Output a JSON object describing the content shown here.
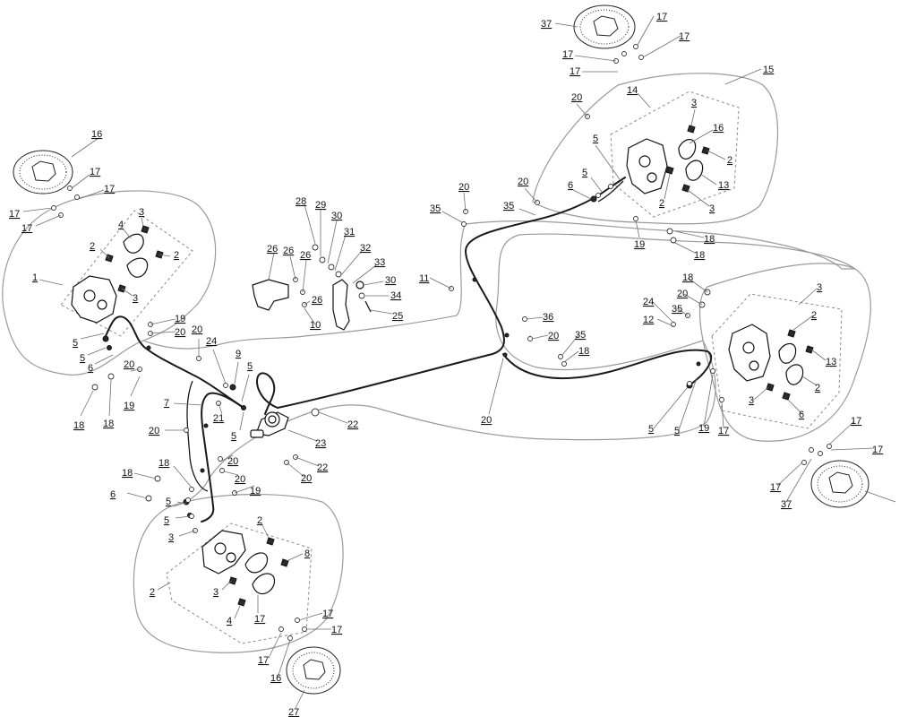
{
  "colors": {
    "background": "#ffffff",
    "outline": "#9a9a9a",
    "pipe": "#1a1a1a",
    "label": "#111111"
  },
  "callouts": [
    {
      "id": "c1",
      "text": "37"
    },
    {
      "id": "c2",
      "text": "17"
    },
    {
      "id": "c3",
      "text": "17"
    },
    {
      "id": "c4",
      "text": "17"
    },
    {
      "id": "c5",
      "text": "17"
    },
    {
      "id": "c6",
      "text": "15"
    },
    {
      "id": "c7",
      "text": "14"
    },
    {
      "id": "c8",
      "text": "20"
    },
    {
      "id": "c9",
      "text": "3"
    },
    {
      "id": "c10",
      "text": "16"
    },
    {
      "id": "c11",
      "text": "2"
    },
    {
      "id": "c12",
      "text": "13"
    },
    {
      "id": "c13",
      "text": "3"
    },
    {
      "id": "c14",
      "text": "2"
    },
    {
      "id": "c15",
      "text": "5"
    },
    {
      "id": "c16",
      "text": "5"
    },
    {
      "id": "c17",
      "text": "6"
    },
    {
      "id": "c18",
      "text": "20"
    },
    {
      "id": "c19",
      "text": "20"
    },
    {
      "id": "c20",
      "text": "35"
    },
    {
      "id": "c21",
      "text": "35"
    },
    {
      "id": "c22",
      "text": "19"
    },
    {
      "id": "c23",
      "text": "18"
    },
    {
      "id": "c24",
      "text": "18"
    },
    {
      "id": "c25",
      "text": "16"
    },
    {
      "id": "c26",
      "text": "17"
    },
    {
      "id": "c27",
      "text": "17"
    },
    {
      "id": "c28",
      "text": "17"
    },
    {
      "id": "c29",
      "text": "17"
    },
    {
      "id": "c30",
      "text": "3"
    },
    {
      "id": "c31",
      "text": "4"
    },
    {
      "id": "c32",
      "text": "2"
    },
    {
      "id": "c33",
      "text": "2"
    },
    {
      "id": "c34",
      "text": "1"
    },
    {
      "id": "c35",
      "text": "3"
    },
    {
      "id": "c36",
      "text": "5"
    },
    {
      "id": "c37",
      "text": "5"
    },
    {
      "id": "c38",
      "text": "6"
    },
    {
      "id": "c39",
      "text": "19"
    },
    {
      "id": "c40",
      "text": "20"
    },
    {
      "id": "c41",
      "text": "20"
    },
    {
      "id": "c42",
      "text": "24"
    },
    {
      "id": "c43",
      "text": "9"
    },
    {
      "id": "c44",
      "text": "5"
    },
    {
      "id": "c45",
      "text": "20"
    },
    {
      "id": "c46",
      "text": "19"
    },
    {
      "id": "c47",
      "text": "18"
    },
    {
      "id": "c48",
      "text": "18"
    },
    {
      "id": "c49",
      "text": "7"
    },
    {
      "id": "c50",
      "text": "21"
    },
    {
      "id": "c51",
      "text": "5"
    },
    {
      "id": "c52",
      "text": "20"
    },
    {
      "id": "c53",
      "text": "20"
    },
    {
      "id": "c54",
      "text": "20"
    },
    {
      "id": "c55",
      "text": "19"
    },
    {
      "id": "c56",
      "text": "18"
    },
    {
      "id": "c57",
      "text": "18"
    },
    {
      "id": "c58",
      "text": "6"
    },
    {
      "id": "c59",
      "text": "5"
    },
    {
      "id": "c60",
      "text": "5"
    },
    {
      "id": "c61",
      "text": "3"
    },
    {
      "id": "c62",
      "text": "2"
    },
    {
      "id": "c63",
      "text": "8"
    },
    {
      "id": "c64",
      "text": "2"
    },
    {
      "id": "c65",
      "text": "3"
    },
    {
      "id": "c66",
      "text": "4"
    },
    {
      "id": "c67",
      "text": "17"
    },
    {
      "id": "c68",
      "text": "17"
    },
    {
      "id": "c69",
      "text": "17"
    },
    {
      "id": "c70",
      "text": "17"
    },
    {
      "id": "c71",
      "text": "16"
    },
    {
      "id": "c72",
      "text": "27"
    },
    {
      "id": "c73",
      "text": "28"
    },
    {
      "id": "c74",
      "text": "29"
    },
    {
      "id": "c75",
      "text": "30"
    },
    {
      "id": "c76",
      "text": "31"
    },
    {
      "id": "c77",
      "text": "32"
    },
    {
      "id": "c78",
      "text": "33"
    },
    {
      "id": "c79",
      "text": "30"
    },
    {
      "id": "c80",
      "text": "34"
    },
    {
      "id": "c81",
      "text": "25"
    },
    {
      "id": "c82",
      "text": "26"
    },
    {
      "id": "c83",
      "text": "26"
    },
    {
      "id": "c84",
      "text": "26"
    },
    {
      "id": "c85",
      "text": "26"
    },
    {
      "id": "c86",
      "text": "10"
    },
    {
      "id": "c87",
      "text": "23"
    },
    {
      "id": "c88",
      "text": "22"
    },
    {
      "id": "c89",
      "text": "22"
    },
    {
      "id": "c90",
      "text": "20"
    },
    {
      "id": "c91",
      "text": "11"
    },
    {
      "id": "c92",
      "text": "20"
    },
    {
      "id": "c93",
      "text": "36"
    },
    {
      "id": "c94",
      "text": "20"
    },
    {
      "id": "c95",
      "text": "35"
    },
    {
      "id": "c96",
      "text": "18"
    },
    {
      "id": "c97",
      "text": "18"
    },
    {
      "id": "c98",
      "text": "20"
    },
    {
      "id": "c99",
      "text": "24"
    },
    {
      "id": "c100",
      "text": "35"
    },
    {
      "id": "c101",
      "text": "12"
    },
    {
      "id": "c102",
      "text": "3"
    },
    {
      "id": "c103",
      "text": "2"
    },
    {
      "id": "c104",
      "text": "13"
    },
    {
      "id": "c105",
      "text": "2"
    },
    {
      "id": "c106",
      "text": "3"
    },
    {
      "id": "c107",
      "text": "6"
    },
    {
      "id": "c108",
      "text": "5"
    },
    {
      "id": "c109",
      "text": "5"
    },
    {
      "id": "c110",
      "text": "19"
    },
    {
      "id": "c111",
      "text": "17"
    },
    {
      "id": "c112",
      "text": "17"
    },
    {
      "id": "c113",
      "text": "17"
    },
    {
      "id": "c114",
      "text": "17"
    },
    {
      "id": "c115",
      "text": "37"
    }
  ]
}
